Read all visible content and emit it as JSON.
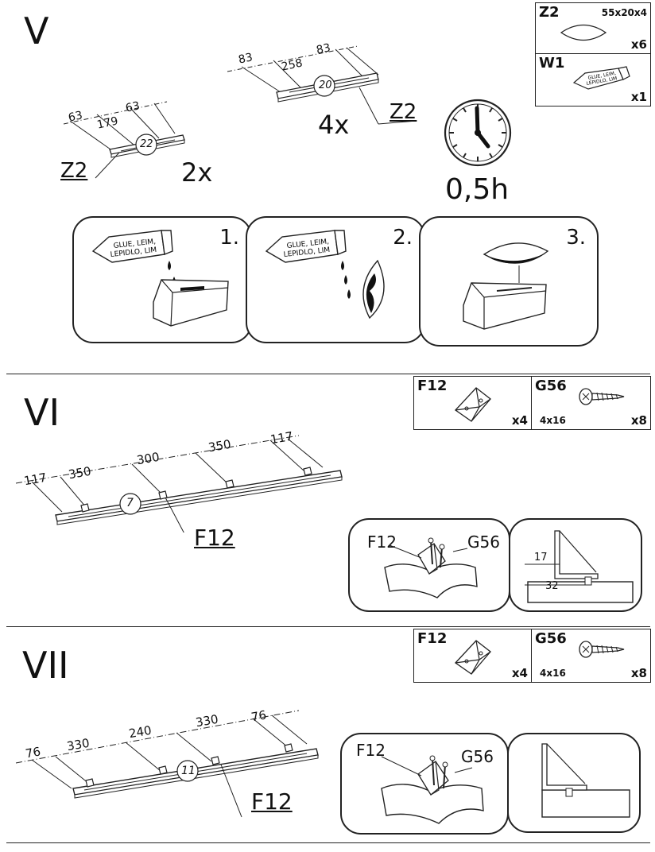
{
  "sections": {
    "v": {
      "step": "V",
      "parts": [
        {
          "code": "Z2",
          "dim": "55x20x4",
          "qty": "x6",
          "icon": "biscuit-icon"
        },
        {
          "code": "W1",
          "qty": "x1",
          "icon": "glue-bottle-icon"
        }
      ],
      "small_board": {
        "dims": [
          "63",
          "179",
          "63"
        ],
        "circle": "22",
        "label": "Z2",
        "count": "2x"
      },
      "large_board": {
        "dims": [
          "83",
          "258",
          "83"
        ],
        "circle": "20",
        "label": "Z2",
        "count": "4x"
      },
      "clock_text": "0,5h",
      "glue_text": [
        "GLUE, LEIM,",
        "LEPIDLO, LIM"
      ],
      "panels": [
        "1.",
        "2.",
        "3."
      ]
    },
    "vi": {
      "step": "VI",
      "parts": [
        {
          "code": "F12",
          "qty": "x4",
          "icon": "corner-bracket-icon"
        },
        {
          "code": "G56",
          "dim": "4x16",
          "qty": "x8",
          "icon": "screw-icon"
        }
      ],
      "board": {
        "dims": [
          "117",
          "350",
          "300",
          "350",
          "117"
        ],
        "circle": "7",
        "label": "F12"
      },
      "detail": {
        "left_label": "F12",
        "right_label": "G56",
        "dim_a": "17",
        "dim_b": "32"
      }
    },
    "vii": {
      "step": "VII",
      "parts": [
        {
          "code": "F12",
          "qty": "x4",
          "icon": "corner-bracket-icon"
        },
        {
          "code": "G56",
          "dim": "4x16",
          "qty": "x8",
          "icon": "screw-icon"
        }
      ],
      "board": {
        "dims": [
          "76",
          "330",
          "240",
          "330",
          "76"
        ],
        "circle": "11",
        "label": "F12"
      },
      "detail": {
        "left_label": "F12",
        "right_label": "G56"
      }
    }
  }
}
